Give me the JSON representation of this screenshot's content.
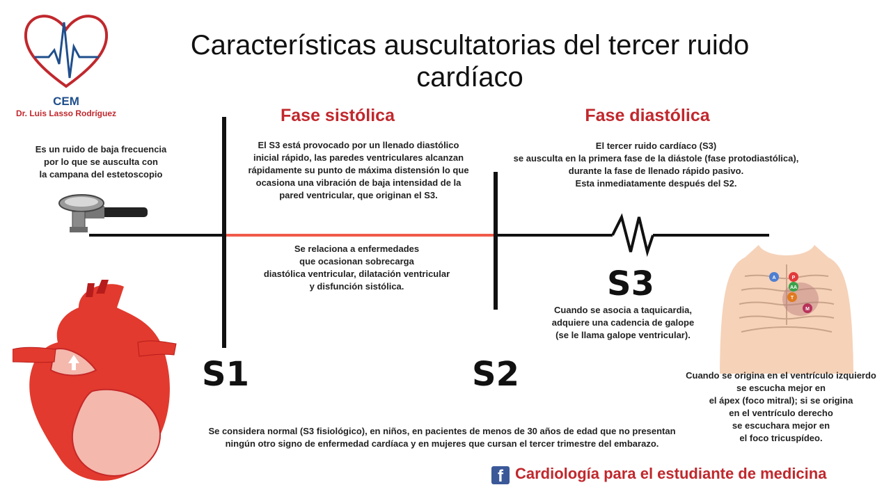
{
  "title_line1": "Características auscultatorias del tercer ruido",
  "title_line2": "cardíaco",
  "logo": {
    "cem": "CEM",
    "author": "Dr. Luis Lasso Rodríguez",
    "icon": "heart-ecg-logo"
  },
  "left_note": [
    "Es un ruido de baja frecuencia",
    "por lo que se ausculta con",
    "la campana del estetoscopio"
  ],
  "systolic": {
    "heading": "Fase sistólica",
    "text": [
      "El S3 está provocado por un llenado diastólico",
      "inicial rápido, las paredes ventriculares alcanzan",
      "rápidamente su punto de máxima distensión lo que",
      "ocasiona una vibración de baja intensidad de la",
      "pared ventricular, que originan el S3."
    ],
    "disease_text": [
      "Se relaciona a enfermedades",
      "que ocasionan sobrecarga",
      "diastólica ventricular, dilatación ventricular",
      "y disfunción sistólica."
    ]
  },
  "diastolic": {
    "heading": "Fase diastólica",
    "text": [
      "El tercer ruido cardíaco (S3)",
      "se ausculta en la primera fase de la diástole (fase protodiastólica),",
      "durante la fase de llenado rápido pasivo.",
      "Esta inmediatamente después del S2."
    ]
  },
  "labels": {
    "s1": "S1",
    "s2": "S2",
    "s3": "S3"
  },
  "tachy_note": [
    "Cuando se asocia a taquicardia,",
    "adquiere una cadencia de galope",
    "(se le llama galope ventricular)."
  ],
  "origin_note": [
    "Cuando se origina en el ventrículo izquierdo",
    "se escucha mejor en",
    "el ápex (foco mitral); si se origina",
    "en el ventrículo derecho",
    "se escuchara mejor en",
    "el foco tricuspídeo."
  ],
  "bottom_note": [
    "Se considera normal (S3 fisiológico), en niños, en pacientes de menos de 30 años de edad que no presentan",
    "ningún otro signo de enfermedad cardíaca y en mujeres que cursan el tercer trimestre del embarazo."
  ],
  "chest_foci": [
    "A",
    "P",
    "AA",
    "T",
    "M"
  ],
  "footer": {
    "fb_icon": "f",
    "text": "Cardiología para el estudiante de medicina"
  },
  "colors": {
    "accent_red": "#c0282d",
    "line_red": "#f05a4a",
    "blue": "#1f4e8c",
    "facebook": "#3b5998"
  }
}
